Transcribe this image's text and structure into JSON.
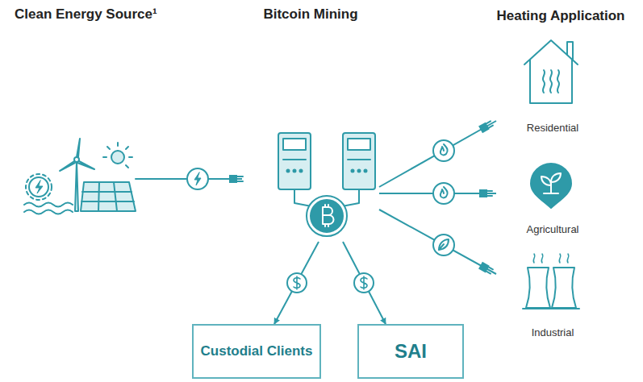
{
  "diagram": {
    "nodes": [
      {
        "text": [
          "Clean Energy Source¹"
        ]
      },
      {
        "text": [
          "Bitcoin Mining"
        ]
      },
      {
        "text": [
          "Residential"
        ]
      },
      {
        "text": [
          "Agricultural"
        ]
      },
      {
        "text": [
          "Industrial"
        ]
      },
      {
        "text": [
          "Custodial Clients"
        ]
      },
      {
        "text": [
          "SAI"
        ]
      }
    ],
    "edges": [
      {
        "from": 0,
        "to": 1,
        "arrow": "none"
      },
      {
        "from": 1,
        "to": 2,
        "arrow": "none"
      },
      {
        "from": 1,
        "to": 3,
        "arrow": "none"
      },
      {
        "from": 1,
        "to": 4,
        "arrow": "none"
      },
      {
        "from": 1,
        "to": 5,
        "arrow": "to"
      },
      {
        "from": 1,
        "to": 6,
        "arrow": "to"
      }
    ],
    "labels": [
      "Heating Application"
    ]
  }
}
